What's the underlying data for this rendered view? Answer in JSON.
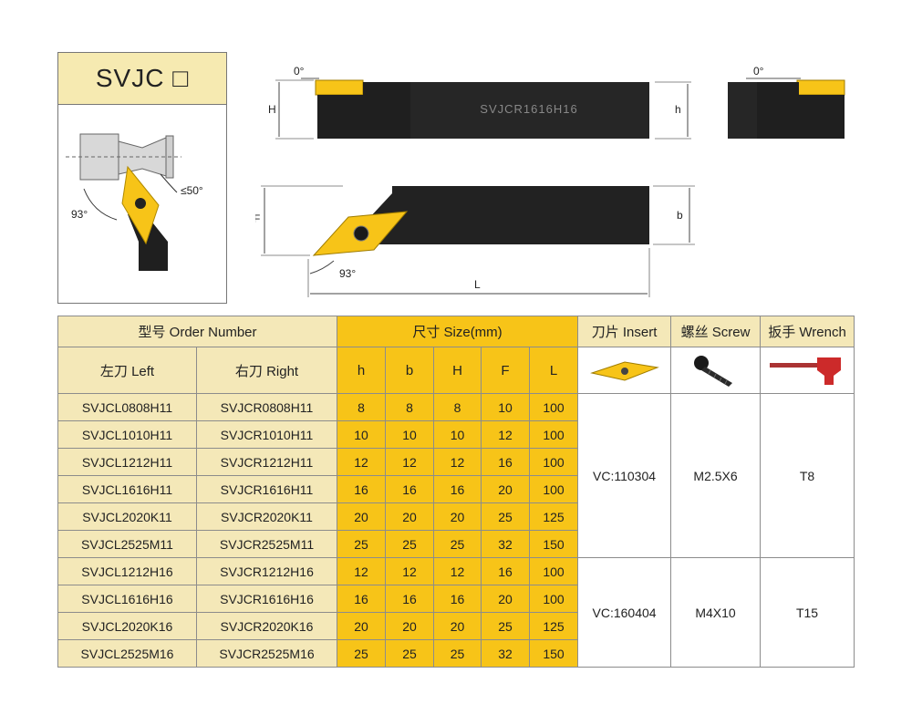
{
  "title": "SVJC □",
  "diagram": {
    "side_view": {
      "angle_label": "93°",
      "max_angle_label": "≤50°"
    },
    "front_view": {
      "angle_left": "0°",
      "angle_right": "0°",
      "engraving": "SVJCR1616H16",
      "dim_H": "H",
      "dim_h": "h"
    },
    "top_view": {
      "dim_F": "F",
      "dim_b": "b",
      "dim_L": "L",
      "angle": "93°"
    }
  },
  "table": {
    "header_order": "型号 Order Number",
    "header_size": "尺寸 Size(mm)",
    "header_insert": "刀片 Insert",
    "header_screw": "螺丝 Screw",
    "header_wrench": "扳手 Wrench",
    "header_left": "左刀 Left",
    "header_right": "右刀 Right",
    "cols": [
      "h",
      "b",
      "H",
      "F",
      "L"
    ],
    "rows": [
      {
        "left": "SVJCL0808H11",
        "right": "SVJCR0808H11",
        "h": "8",
        "b": "8",
        "H": "8",
        "F": "10",
        "L": "100"
      },
      {
        "left": "SVJCL1010H11",
        "right": "SVJCR1010H11",
        "h": "10",
        "b": "10",
        "H": "10",
        "F": "12",
        "L": "100"
      },
      {
        "left": "SVJCL1212H11",
        "right": "SVJCR1212H11",
        "h": "12",
        "b": "12",
        "H": "12",
        "F": "16",
        "L": "100"
      },
      {
        "left": "SVJCL1616H11",
        "right": "SVJCR1616H11",
        "h": "16",
        "b": "16",
        "H": "16",
        "F": "20",
        "L": "100"
      },
      {
        "left": "SVJCL2020K11",
        "right": "SVJCR2020K11",
        "h": "20",
        "b": "20",
        "H": "20",
        "F": "25",
        "L": "125"
      },
      {
        "left": "SVJCL2525M11",
        "right": "SVJCR2525M11",
        "h": "25",
        "b": "25",
        "H": "25",
        "F": "32",
        "L": "150"
      },
      {
        "left": "SVJCL1212H16",
        "right": "SVJCR1212H16",
        "h": "12",
        "b": "12",
        "H": "12",
        "F": "16",
        "L": "100"
      },
      {
        "left": "SVJCL1616H16",
        "right": "SVJCR1616H16",
        "h": "16",
        "b": "16",
        "H": "16",
        "F": "20",
        "L": "100"
      },
      {
        "left": "SVJCL2020K16",
        "right": "SVJCR2020K16",
        "h": "20",
        "b": "20",
        "H": "20",
        "F": "25",
        "L": "125"
      },
      {
        "left": "SVJCL2525M16",
        "right": "SVJCR2525M16",
        "h": "25",
        "b": "25",
        "H": "25",
        "F": "32",
        "L": "150"
      }
    ],
    "groups": [
      {
        "insert": "VC:110304",
        "screw": "M2.5X6",
        "wrench": "T8"
      },
      {
        "insert": "VC:160404",
        "screw": "M4X10",
        "wrench": "T15"
      }
    ]
  },
  "colors": {
    "tan": "#f4e8b8",
    "gold": "#f7c418",
    "tool_body": "#1f1f1f"
  }
}
